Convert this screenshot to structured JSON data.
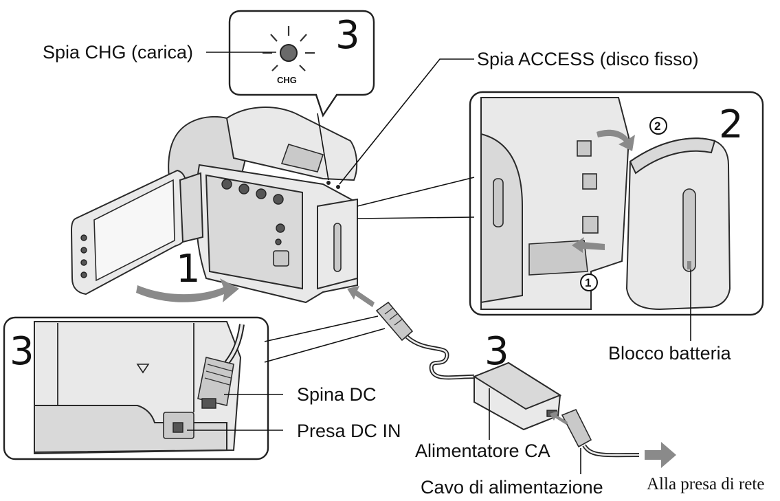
{
  "steps": {
    "one": "1",
    "two": "2",
    "three_top": "3",
    "three_left": "3",
    "three_adapter": "3"
  },
  "circled": {
    "c1": "1",
    "c2": "2"
  },
  "chg_indicator_text": "CHG",
  "labels": {
    "spia_chg": "Spia CHG (carica)",
    "spia_access": "Spia ACCESS (disco fisso)",
    "blocco_batteria": "Blocco batteria",
    "spina_dc": "Spina DC",
    "presa_dc_in": "Presa DC IN",
    "alimentatore": "Alimentatore CA",
    "cavo": "Cavo di alimentazione",
    "presa_rete": "Alla presa di rete"
  },
  "colors": {
    "ink": "#111111",
    "arrow": "#8a8a8a",
    "body_light": "#e9e9e9",
    "body_mid": "#d9d9d9"
  }
}
